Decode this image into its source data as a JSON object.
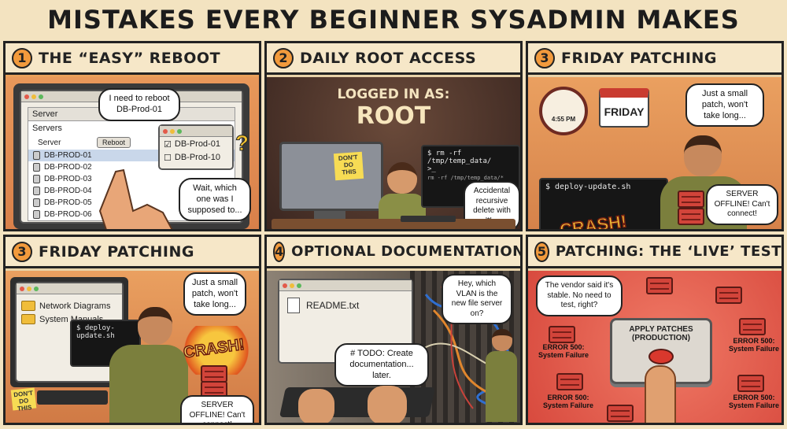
{
  "title": "MISTAKES EVERY BEGINNER SYSADMIN MAKES",
  "panels": [
    {
      "num": "1",
      "title": "THE “EASY” REBOOT",
      "window_title": "Server",
      "servers_label": "Servers",
      "server_col": "Server",
      "reboot_btn": "Reboot",
      "servers": [
        "DB-PROD-01",
        "DB-PROD-02",
        "DB-PROD-03",
        "DB-PROD-04",
        "DB-PROD-05",
        "DB-PROD-06"
      ],
      "popup_items": [
        "DB-Prod-01",
        "DB-Prod-10"
      ],
      "bubble1": "I need to reboot DB-Prod-01",
      "bubble2": "Wait, which one was I supposed to...",
      "question": "?"
    },
    {
      "num": "2",
      "title": "DAILY ROOT ACCESS",
      "logged_label": "LOGGED IN AS:",
      "root_label": "ROOT",
      "sticky": "DON'T DO THIS",
      "cmd": "$ rm -rf /tmp/temp_data/",
      "cmd2": ">_",
      "cmd3": "rm -rf /tmp/temp_data/*",
      "bubble": "Accidental recursive delete with '*'..."
    },
    {
      "num": "3",
      "title": "FRIDAY PATCHING",
      "clock": "4:55 PM",
      "calendar": "FRIDAY",
      "bubble": "Just a small patch, won't take long...",
      "cmd": "$ deploy-update.sh",
      "crash": "CRASH!",
      "offline": "SERVER OFFLINE! Can't connect!"
    },
    {
      "num": "3",
      "title": "FRIDAY PATCHING",
      "folders": [
        "Network Diagrams",
        "System Manuals"
      ],
      "bubble": "Just a small patch, won't take long...",
      "cmd": "$ deploy-update.sh",
      "crash": "CRASH!",
      "sticky": "DON'T DO THIS",
      "offline": "SERVER OFFLINE! Can't connect!"
    },
    {
      "num": "4",
      "title": "OPTIONAL DOCUMENTATION",
      "file": "README.txt",
      "bubble": "Hey, which VLAN is the new file server on?",
      "todo": "# TODO: Create documentation... later."
    },
    {
      "num": "5",
      "title": "PATCHING: THE ‘LIVE’ TEST",
      "bubble": "The vendor said it's stable. No need to test, right?",
      "apply": "APPLY PATCHES (PRODUCTION)",
      "error": "ERROR 500: System Failure"
    }
  ],
  "colors": {
    "accent": "#f29a3c",
    "bg": "#f3e3c0",
    "danger": "#d2443a",
    "terminal": "#161616"
  }
}
